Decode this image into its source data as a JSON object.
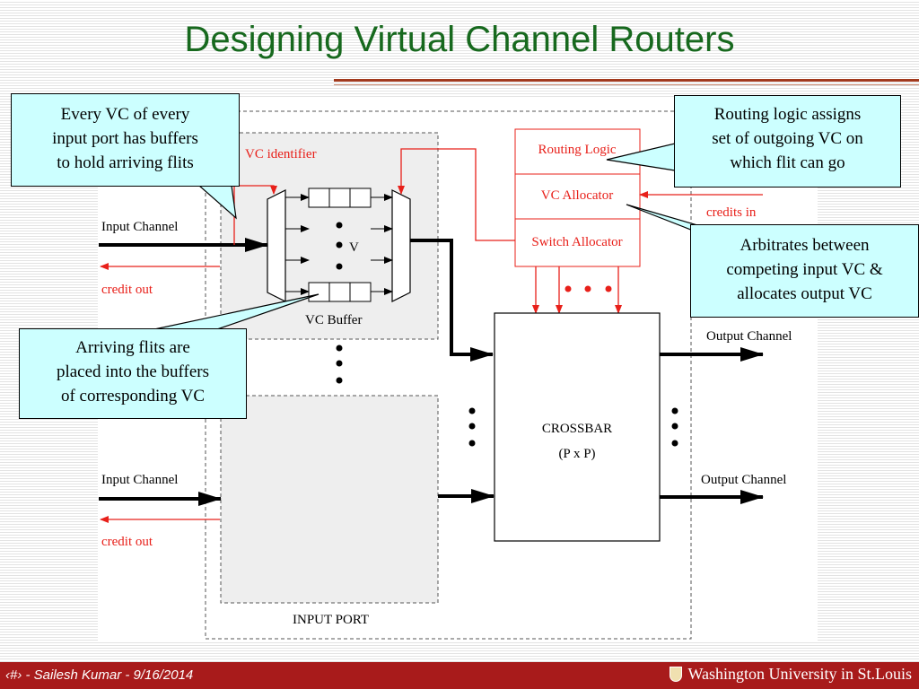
{
  "slide": {
    "title": "Designing Virtual Channel Routers"
  },
  "diagram": {
    "vc_identifier": "VC identifier",
    "input_channel_1": "Input Channel",
    "credit_out_1": "credit out",
    "v_label": "V",
    "vc_buffer": "VC Buffer",
    "input_channel_2": "Input Channel",
    "credit_out_2": "credit out",
    "input_port": "INPUT PORT",
    "routing_logic": "Routing Logic",
    "vc_allocator": "VC Allocator",
    "switch_allocator": "Switch Allocator",
    "credits_in": "credits in",
    "crossbar": "CROSSBAR",
    "crossbar_size": "(P x P)",
    "output_channel_1": "Output Channel",
    "output_channel_2": "Output Channel"
  },
  "callouts": {
    "buffers": [
      "Every VC of every",
      "input port has buffers",
      "to hold arriving flits"
    ],
    "arriving": [
      "Arriving flits are",
      "placed into the buffers",
      "of corresponding VC"
    ],
    "routing": [
      "Routing logic assigns",
      "set of outgoing VC on",
      "which flit can go"
    ],
    "arbitrates": [
      "Arbitrates between",
      "competing input VC &",
      "allocates output VC"
    ]
  },
  "footer": {
    "left": "‹#› - Sailesh Kumar - 9/16/2014",
    "right": "Washington University in St.Louis"
  },
  "colors": {
    "title": "#17691e",
    "callout_fill": "#ccffff",
    "signal_red": "#e8201a",
    "footer_bg": "#a81b1b"
  }
}
